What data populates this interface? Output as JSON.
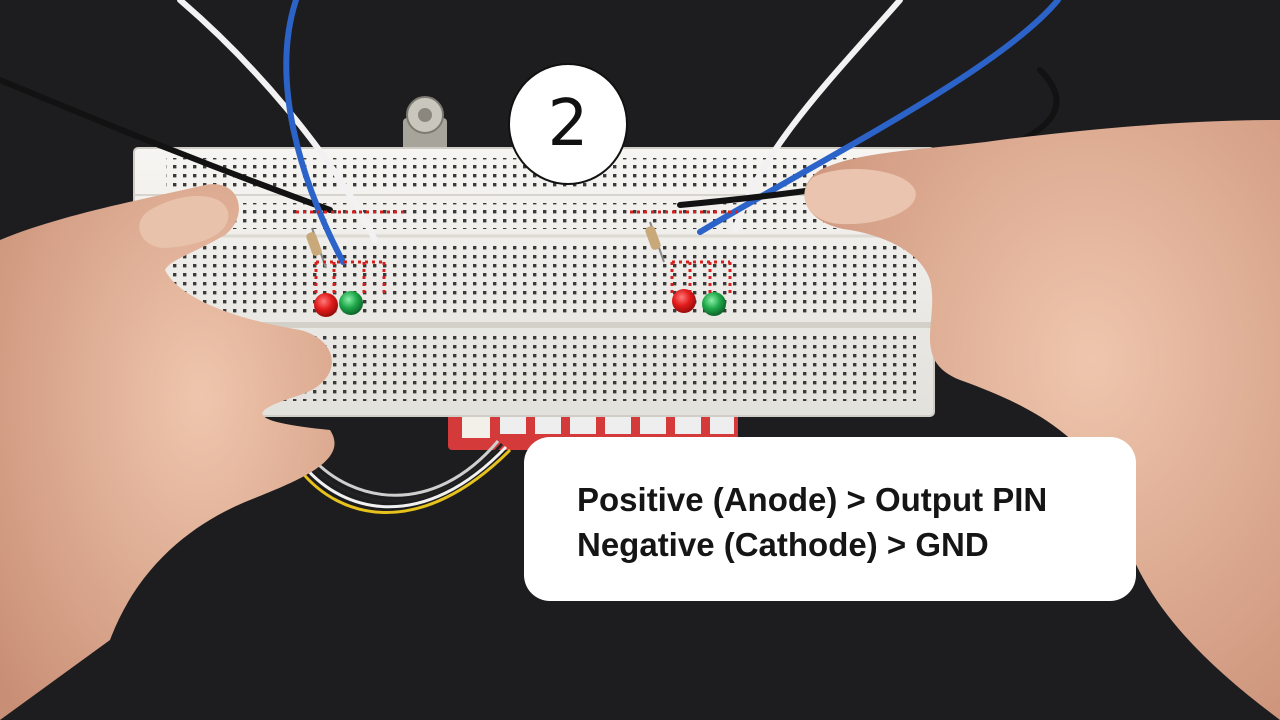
{
  "step_badge": {
    "number": "2"
  },
  "caption": {
    "line1": "Positive (Anode) > Output PIN",
    "line2": "Negative (Cathode) > GND"
  },
  "colors": {
    "background": "#1d1d1f",
    "breadboard": "#f2f1ee",
    "skin": "#e6b9a0",
    "wire_blue": "#2c63c8",
    "wire_white": "#f4f4f4",
    "wire_black": "#141414",
    "led_red": "#e21a1a",
    "led_green": "#1fa84a",
    "marker_dotted": "#d62020"
  }
}
